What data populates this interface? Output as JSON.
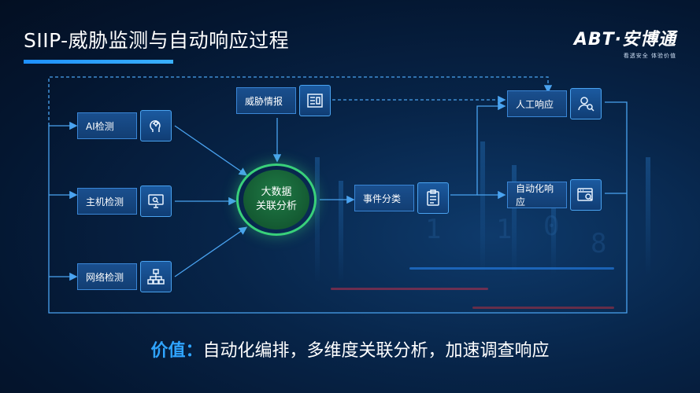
{
  "title": "SIIP-威胁监测与自动响应过程",
  "logo": {
    "mark": "ABT·安博通",
    "tagline": "看透安全  体验价值"
  },
  "nodes": {
    "ai": {
      "label": "AI检测",
      "icon": "ai-head-icon"
    },
    "host": {
      "label": "主机检测",
      "icon": "monitor-icon"
    },
    "network": {
      "label": "网络检测",
      "icon": "network-topology-icon"
    },
    "intel": {
      "label": "威胁情报",
      "icon": "report-document-icon"
    },
    "event": {
      "label": "事件分类",
      "icon": "clipboard-icon"
    },
    "manual": {
      "label": "人工响应",
      "icon": "person-search-icon"
    },
    "auto": {
      "label": "自动化响应",
      "icon": "browser-search-icon"
    }
  },
  "hub": {
    "line1": "大数据",
    "line2": "关联分析"
  },
  "footer": {
    "key": "价值：",
    "text": "自动化编排，多维度关联分析，加速调查响应"
  },
  "colors": {
    "accent": "#2fa4ff",
    "hub": "#39d07a",
    "line": "#4aa3f0"
  }
}
